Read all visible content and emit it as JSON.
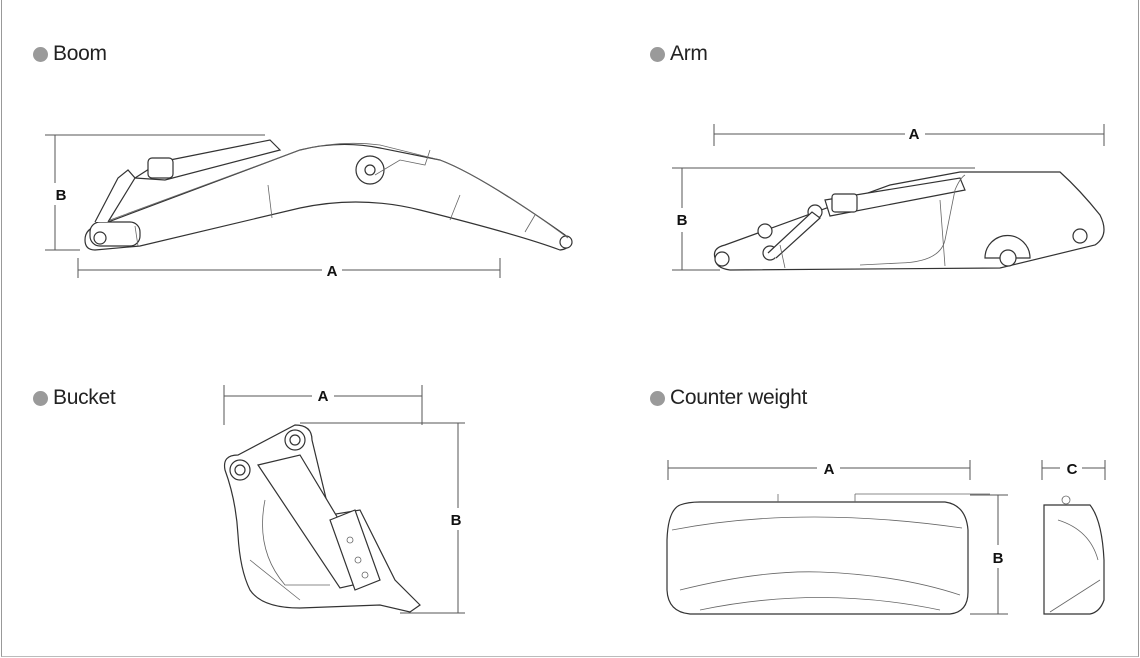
{
  "sections": [
    {
      "title": "Boom",
      "dims": [
        "A",
        "B"
      ]
    },
    {
      "title": "Arm",
      "dims": [
        "A",
        "B"
      ]
    },
    {
      "title": "Bucket",
      "dims": [
        "A",
        "B"
      ]
    },
    {
      "title": "Counter weight",
      "dims": [
        "A",
        "B",
        "C"
      ]
    }
  ],
  "colors": {
    "bullet": "#9a9a9a",
    "line": "#333333"
  }
}
